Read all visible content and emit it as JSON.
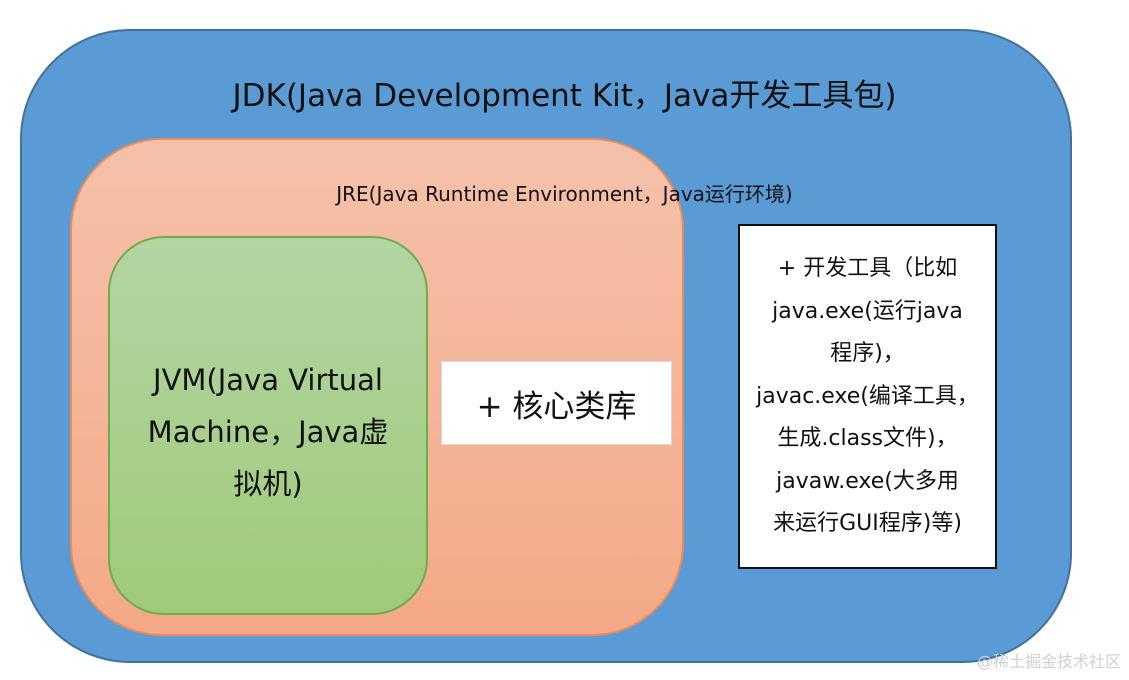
{
  "jdk": {
    "label": "JDK(Java Development Kit，Java开发工具包)"
  },
  "jre": {
    "label": "JRE(Java Runtime Environment，Java运行环境)"
  },
  "jvm": {
    "lines": [
      "JVM(Java Virtual",
      "Machine，Java虚",
      "拟机)"
    ]
  },
  "core_library": {
    "label": "+ 核心类库"
  },
  "dev_tools": {
    "lines": [
      "+ 开发工具（比如",
      "java.exe(运行java",
      "程序)，",
      "javac.exe(编译工具，",
      "生成.class文件)，",
      "javaw.exe(大多用",
      "来运行GUI程序)等)"
    ]
  },
  "watermark": {
    "text": "@稀土掘金技术社区"
  },
  "colors": {
    "jdk_fill": "#5b9bd5",
    "jre_fill": "#f4b194",
    "jvm_fill": "#a9d18e",
    "box_fill": "#ffffff"
  }
}
